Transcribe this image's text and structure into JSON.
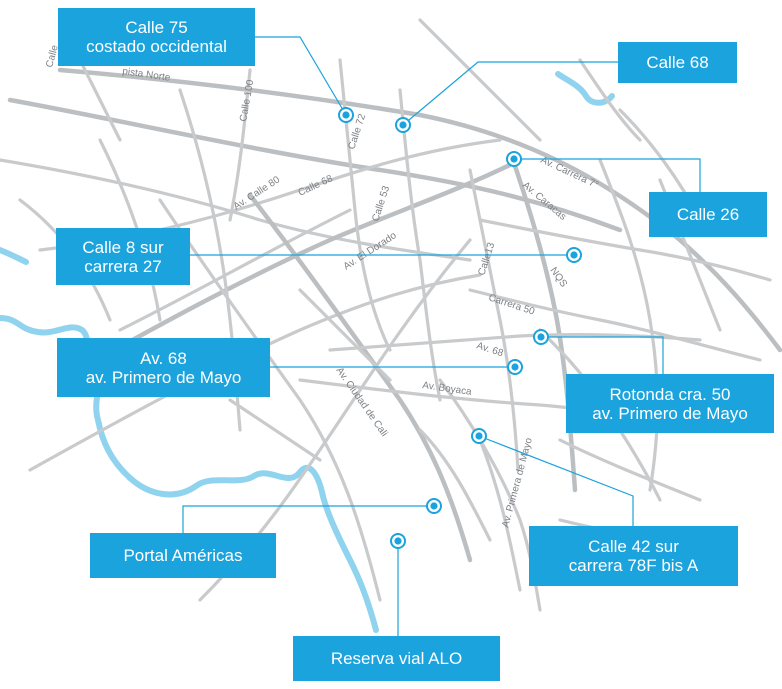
{
  "colors": {
    "accent": "#1aa3dd",
    "road": "#c8cacc",
    "river": "#8fd3ef",
    "label": "#7d8185",
    "background": "#ffffff"
  },
  "street_labels": {
    "calle_72": "Calle 72",
    "calle_100": "Calle 100",
    "calle_top_left": "Calle",
    "autopista_norte": "pista Norte",
    "av_calle_80": "Av. Calle 80",
    "calle_68": "Calle 68",
    "calle_53": "Calle 53",
    "av_carrera_7": "Av. Carrera 7°",
    "av_caracas": "Av. Caracas",
    "av_el_dorado": "Av. El Dorado",
    "calle_13": "Calle13",
    "nqs": "NQS",
    "carrera_50": "Carrera 50",
    "av_68": "Av. 68",
    "av_boyaca": "Av. Boyaca",
    "av_ciudad_de_cali": "Av. Ciudad de Cali",
    "av_primera_de_mayo": "Av. Primera de Mayo"
  },
  "callouts": [
    {
      "id": "calle-75",
      "lines": [
        "Calle 75",
        "costado occidental"
      ]
    },
    {
      "id": "calle-68",
      "lines": [
        "Calle 68"
      ]
    },
    {
      "id": "calle-26",
      "lines": [
        "Calle 26"
      ]
    },
    {
      "id": "calle-8-sur",
      "lines": [
        "Calle 8 sur",
        "carrera 27"
      ]
    },
    {
      "id": "av-68",
      "lines": [
        "Av. 68",
        "av. Primero de Mayo"
      ]
    },
    {
      "id": "rotonda",
      "lines": [
        "Rotonda cra. 50",
        "av. Primero de Mayo"
      ]
    },
    {
      "id": "calle-42-sur",
      "lines": [
        "Calle 42 sur",
        "carrera 78F bis A"
      ]
    },
    {
      "id": "portal-americas",
      "lines": [
        "Portal Américas"
      ]
    },
    {
      "id": "reserva-vial",
      "lines": [
        "Reserva vial ALO"
      ]
    }
  ]
}
